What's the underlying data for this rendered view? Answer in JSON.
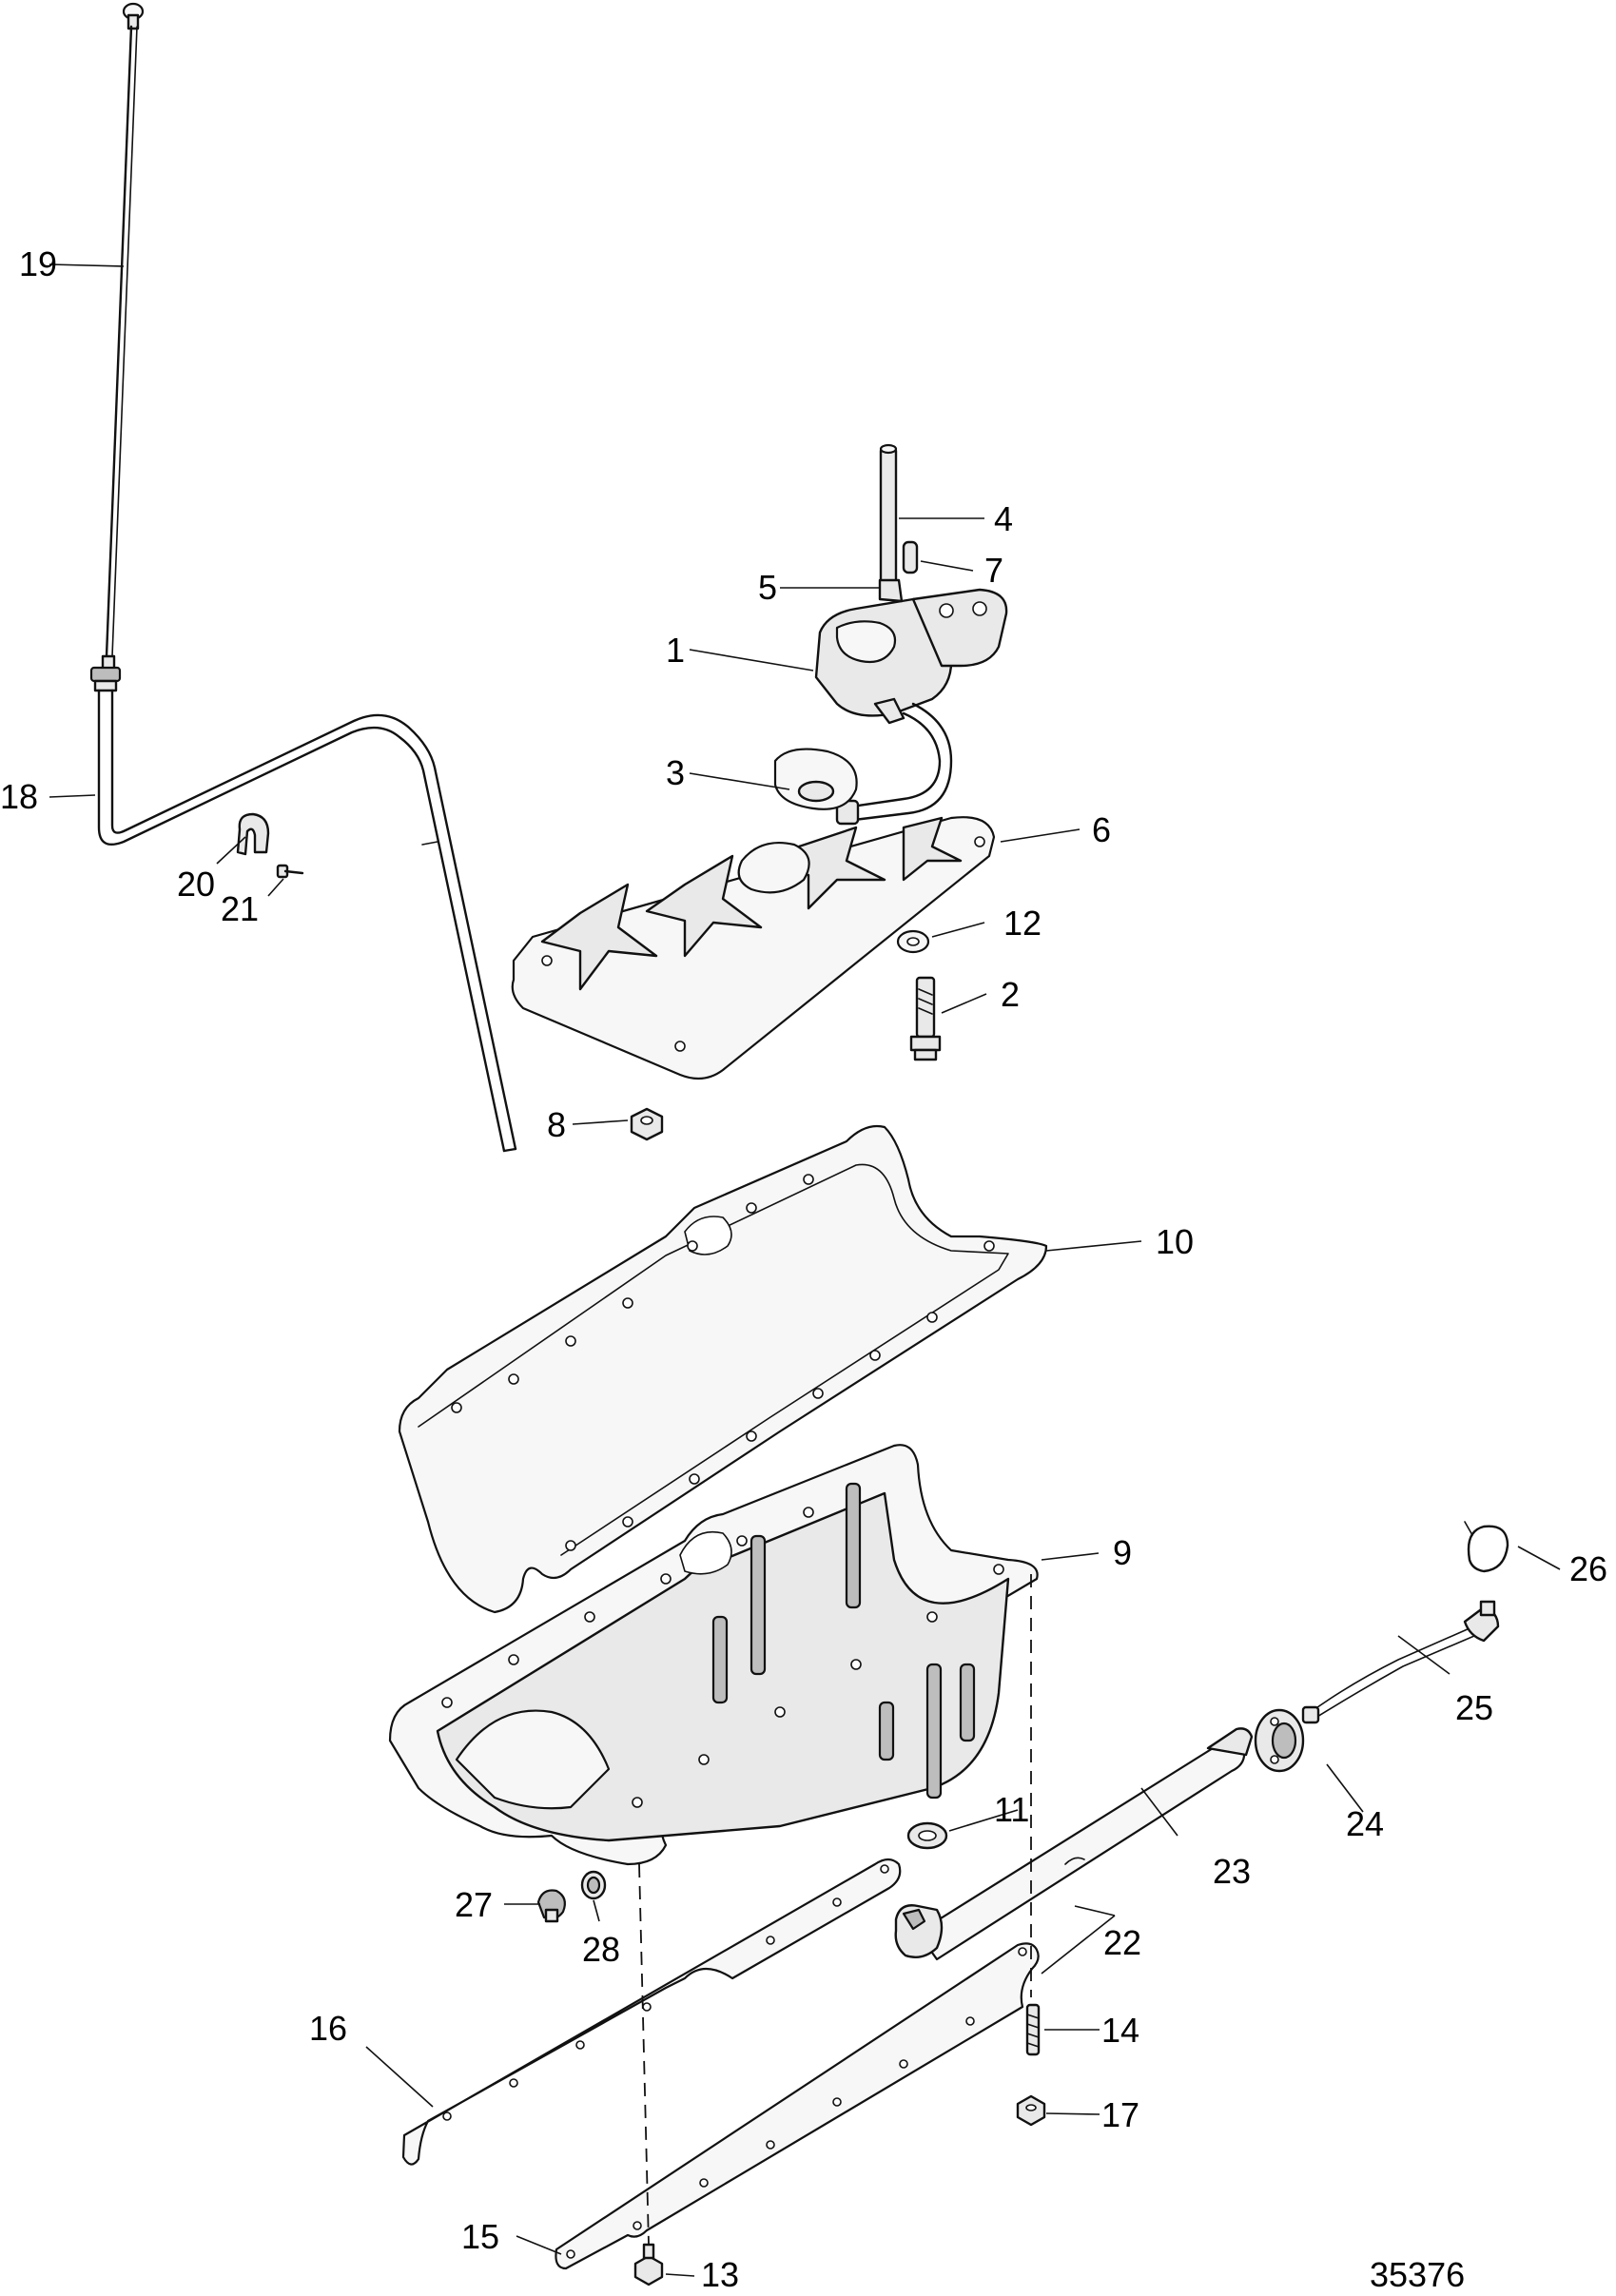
{
  "diagram": {
    "document_number": "35376",
    "callouts": [
      "1",
      "2",
      "3",
      "4",
      "5",
      "6",
      "7",
      "8",
      "9",
      "10",
      "11",
      "12",
      "13",
      "14",
      "15",
      "16",
      "17",
      "18",
      "19",
      "20",
      "21",
      "22",
      "23",
      "24",
      "25",
      "26",
      "27",
      "28"
    ]
  }
}
